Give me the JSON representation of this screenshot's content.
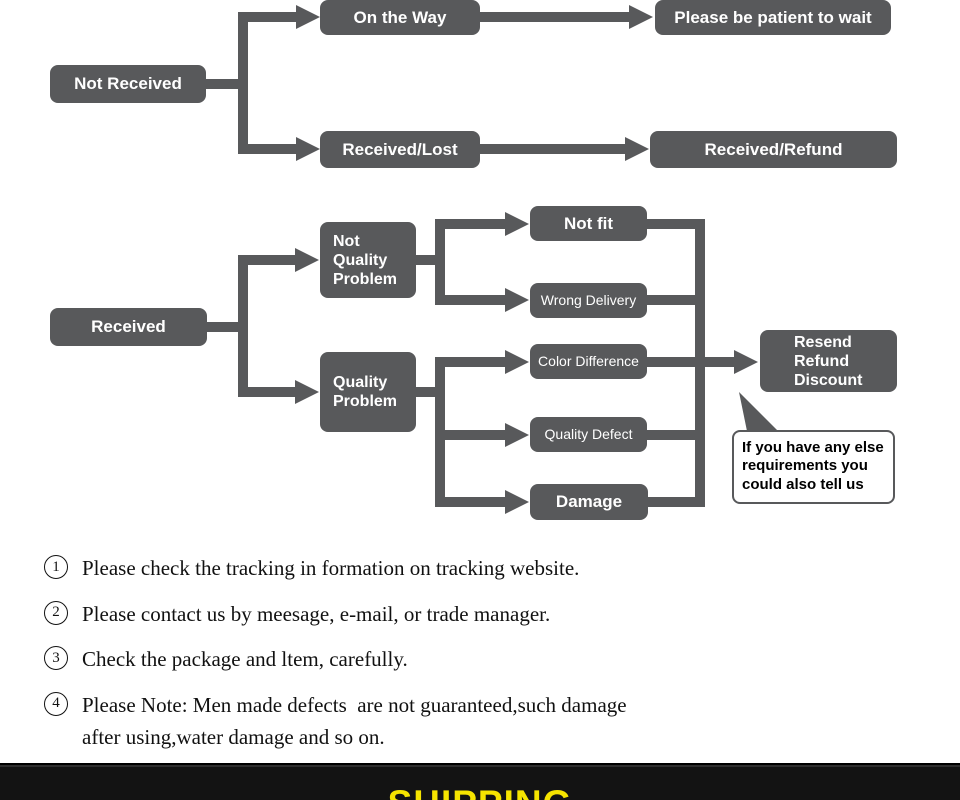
{
  "flowchart": {
    "not_received": "Not Received",
    "on_the_way": "On the Way",
    "please_wait": "Please be patient to wait",
    "received_lost": "Received/Lost",
    "received_refund": "Received/Refund",
    "received": "Received",
    "not_quality_problem": "Not\nQuality\nProblem",
    "quality_problem": "Quality\nProblem",
    "not_fit": "Not fit",
    "wrong_delivery": "Wrong Delivery",
    "color_difference": "Color Difference",
    "quality_defect": "Quality Defect",
    "damage": "Damage",
    "resolution": "Resend\nRefund\nDiscount",
    "bubble": "If you have any else requirements you could also tell us"
  },
  "notes": [
    {
      "num": "1",
      "text": "Please check the tracking in formation on tracking website."
    },
    {
      "num": "2",
      "text": "Please contact us by meesage, e-mail, or trade manager."
    },
    {
      "num": "3",
      "text": "Check the package and ltem, carefully."
    },
    {
      "num": "4",
      "text": "Please Note: Men made defects  are not guaranteed,such damage\nafter using,water damage and so on."
    }
  ],
  "footer": {
    "title": "SHIPPING"
  },
  "colors": {
    "box_gray": "#58595b",
    "banner_yellow": "#f6e400",
    "banner_bg": "#131313"
  }
}
